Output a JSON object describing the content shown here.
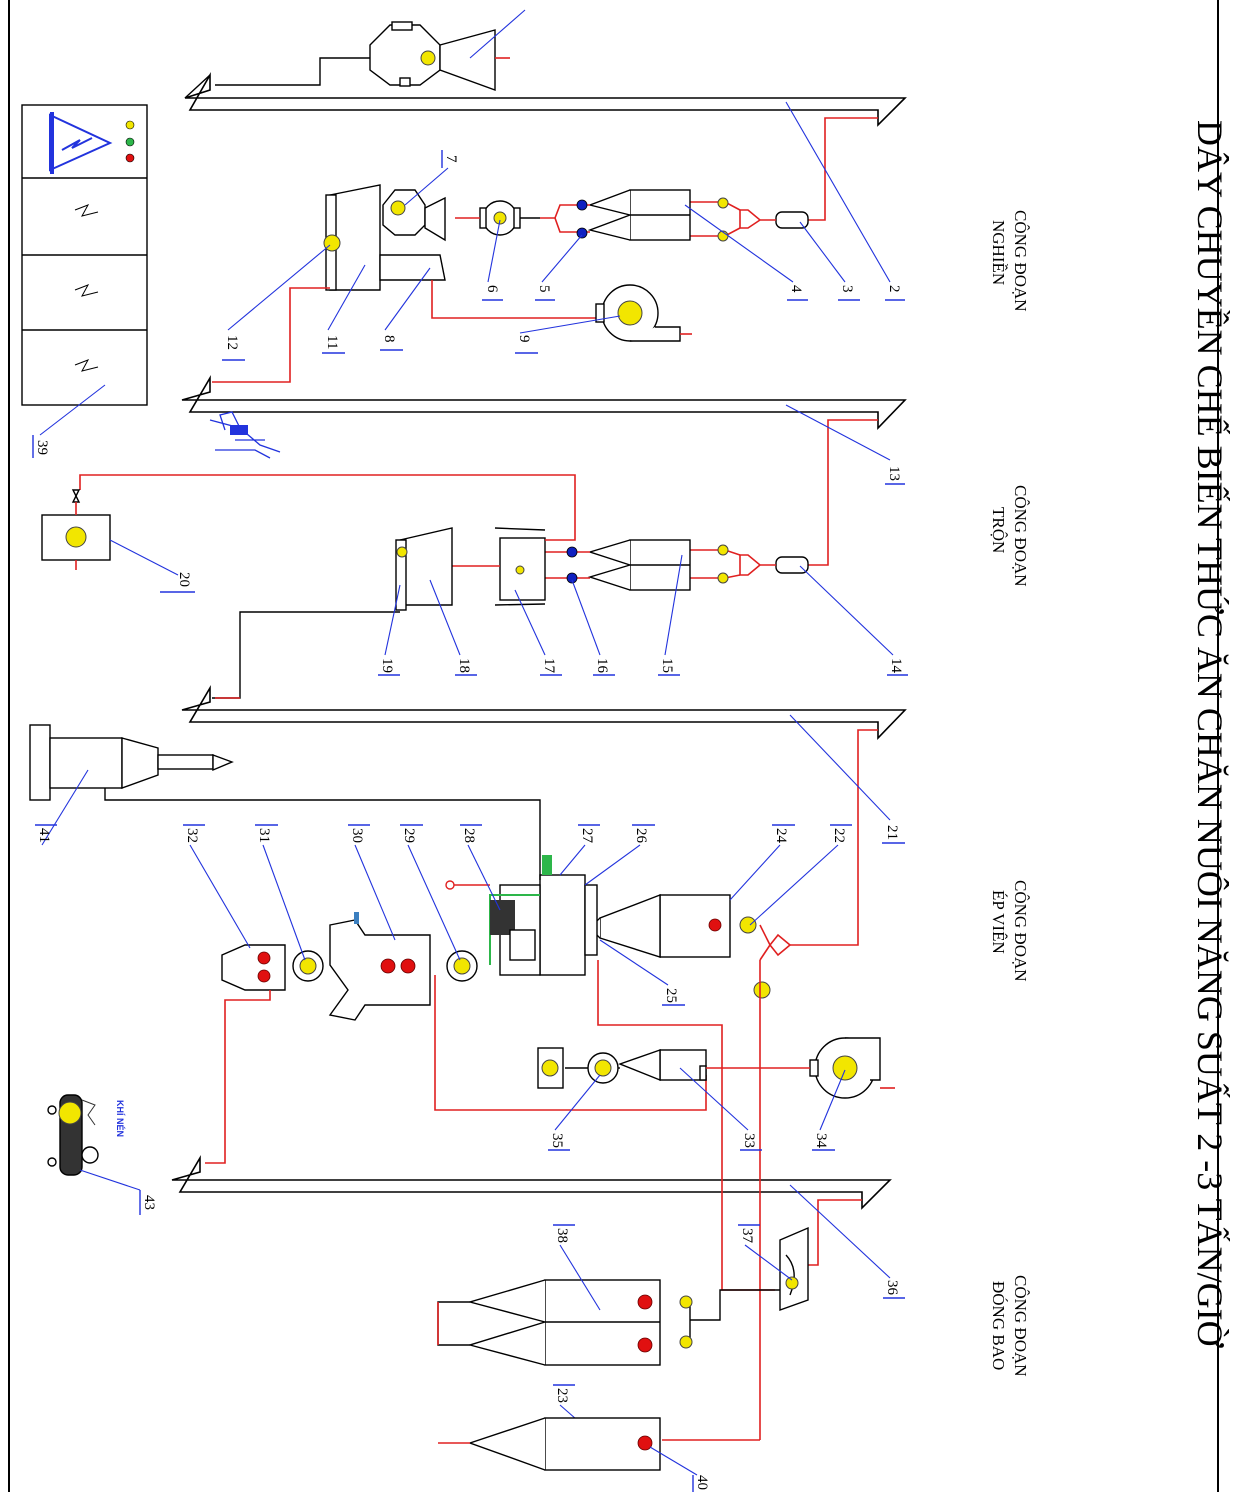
{
  "title": "DÂY CHUYỀN CHẾ BIẾN THỨC ĂN CHĂN NUÔI NĂNG SUẤT 2 -3 TẤN/GIỜ",
  "stages": [
    {
      "line1": "CÔNG ĐOẠN",
      "line2": "NGHIỀN"
    },
    {
      "line1": "CÔNG ĐOẠN",
      "line2": "TRỘN"
    },
    {
      "line1": "CÔNG ĐOẠN",
      "line2": "ÉP VIÊN"
    },
    {
      "line1": "CÔNG ĐOẠN",
      "line2": "ĐÓNG BAO"
    }
  ],
  "labels": {
    "n2": "2",
    "n3": "3",
    "n4": "4",
    "n5": "5",
    "n6": "6",
    "n7": "7",
    "n8": "8",
    "n9": "9",
    "n11": "11",
    "n12": "12",
    "n13": "13",
    "n14": "14",
    "n15": "15",
    "n16": "16",
    "n17": "17",
    "n18": "18",
    "n19": "19",
    "n20": "20",
    "n21": "21",
    "n22": "22",
    "n23": "23",
    "n24": "24",
    "n25": "25",
    "n26": "26",
    "n27": "27",
    "n28": "28",
    "n29": "29",
    "n30": "30",
    "n31": "31",
    "n32": "32",
    "n33": "33",
    "n34": "34",
    "n35": "35",
    "n36": "36",
    "n37": "37",
    "n38": "38",
    "n39": "39",
    "n40": "40",
    "n41": "41",
    "n43": "43"
  },
  "compressor_label": "KHÍ NÉN",
  "colors": {
    "pipe": "#e02020",
    "leader": "#2233dd",
    "motor": "#f2e600",
    "valve": "#1020c0",
    "lamp": "#e01010"
  }
}
